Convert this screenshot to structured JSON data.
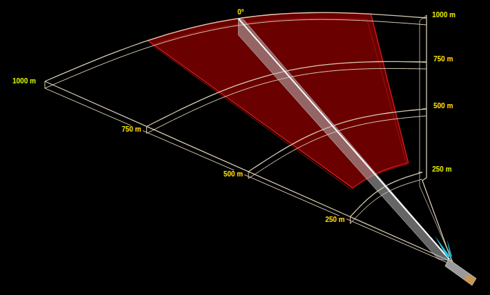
{
  "diagram": {
    "labels": [
      "0°",
      "1000 m",
      "1000 m",
      "750 m",
      "750 m",
      "500 m",
      "500 m",
      "250 m",
      "250 m"
    ]
  }
}
